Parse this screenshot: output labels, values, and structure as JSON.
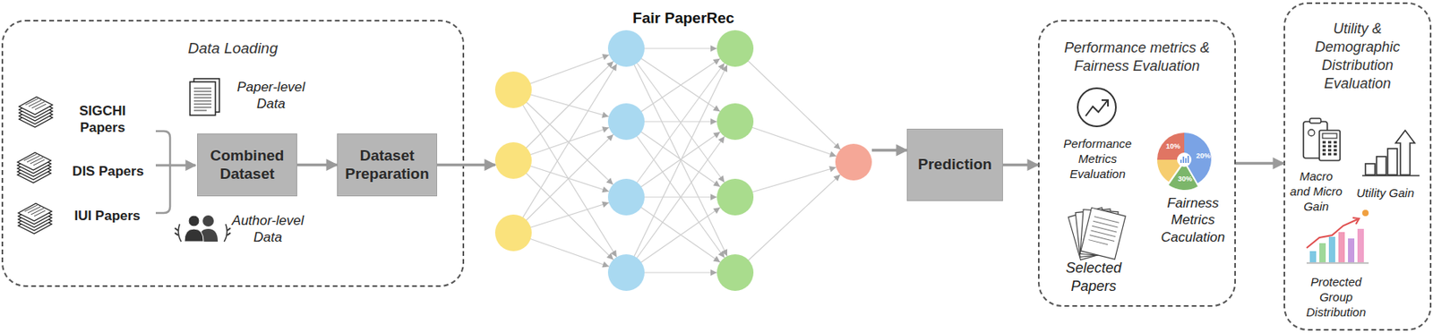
{
  "diagram": {
    "nodes": [
      {
        "text": [
          "Data Loading"
        ]
      },
      {
        "text": [
          "Combined Dataset"
        ],
        "in": 0
      },
      {
        "text": [
          "Dataset Preparation"
        ],
        "in": 0
      },
      {
        "text": [
          "Fair PaperRec"
        ]
      },
      {
        "text": [
          "Prediction"
        ]
      },
      {
        "text": [
          "Performance metrics & Fairness Evaluation"
        ]
      },
      {
        "text": [
          "Utility & Demographic Distribution Evaluation"
        ]
      }
    ],
    "edges": [
      {
        "from": 1,
        "to": 2,
        "arrow": "to"
      },
      {
        "from": 2,
        "to": 3,
        "arrow": "to"
      },
      {
        "from": 3,
        "to": 4,
        "arrow": "to"
      },
      {
        "from": 4,
        "to": 5,
        "arrow": "to"
      },
      {
        "from": 5,
        "to": 6,
        "arrow": "to"
      }
    ],
    "labels": [
      "SIGCHI Papers",
      "DIS Papers",
      "IUI Papers",
      "Paper-level Data",
      "Author-level Data",
      "Performance Metrics Evaluation",
      "10%",
      "20%",
      "30%",
      "Fairness Metrics Caculation",
      "Selected Papers",
      "Macro and Micro Gain",
      "Utility Gain",
      "Protected Group Distribution"
    ]
  }
}
